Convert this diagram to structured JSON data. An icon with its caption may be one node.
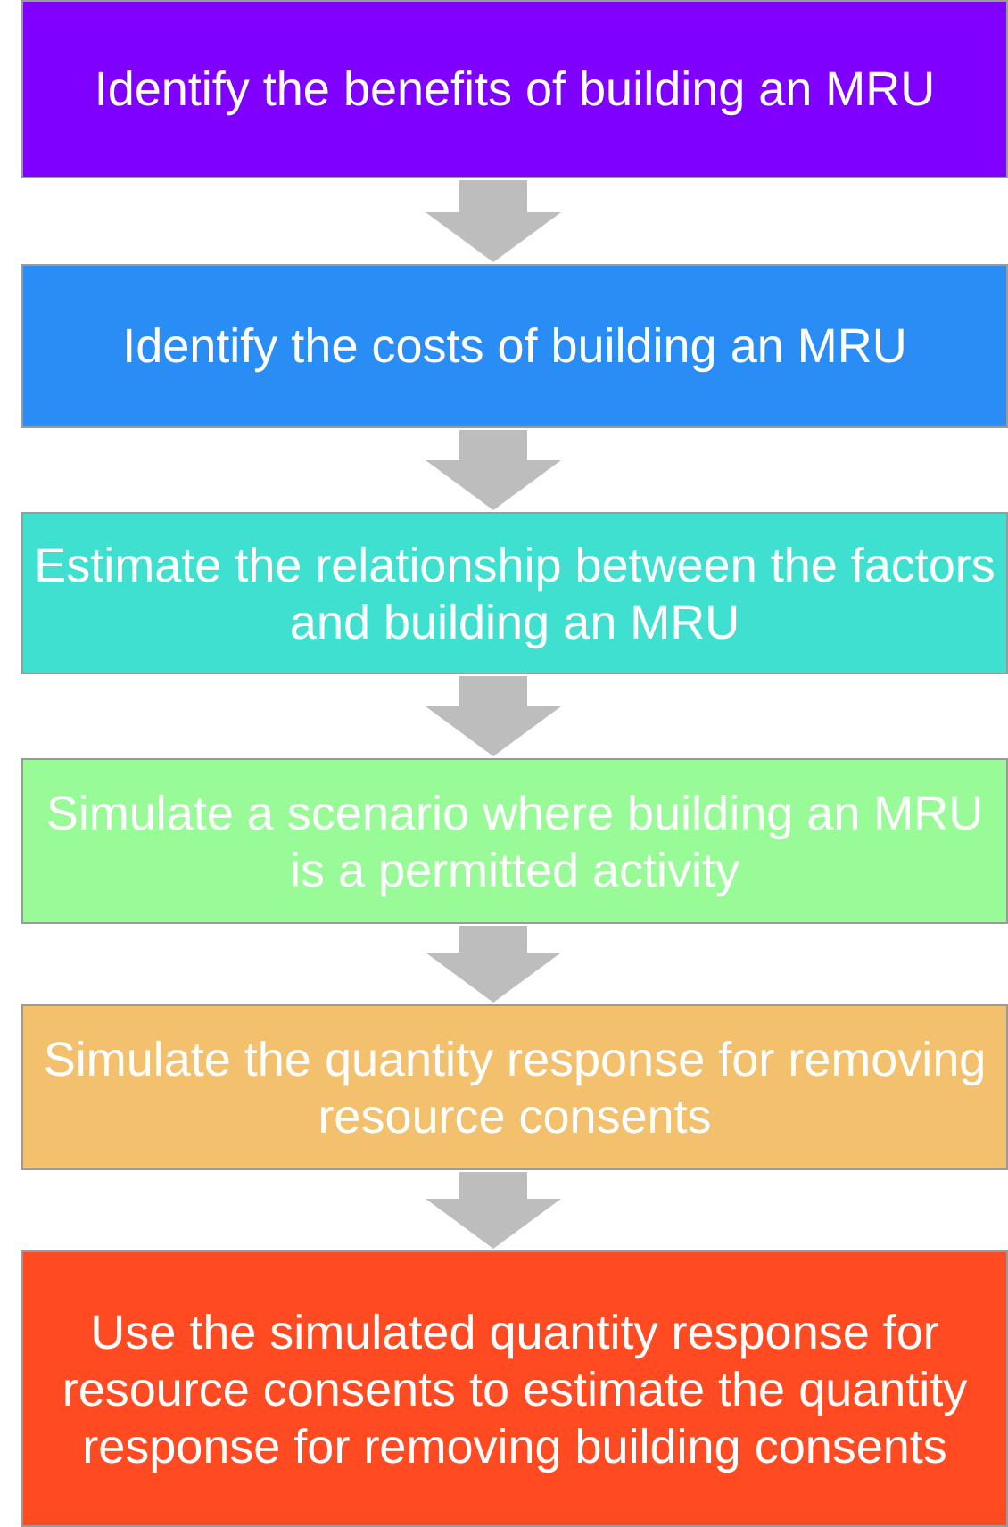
{
  "diagram": {
    "nodes": [
      {
        "text": [
          "Identify the benefits of building an MRU"
        ]
      },
      {
        "text": [
          "Identify the costs of building an MRU"
        ]
      },
      {
        "text": [
          "Estimate the relationship between the factors and building an MRU"
        ]
      },
      {
        "text": [
          "Simulate a scenario where building an MRU is a permitted activity"
        ]
      },
      {
        "text": [
          "Simulate the quantity response for removing resource consents"
        ]
      },
      {
        "text": [
          "Use the simulated quantity response for resource consents to estimate the quantity response for removing building consents"
        ]
      }
    ],
    "edges": [
      {
        "from": 0,
        "to": 1,
        "arrow": "to"
      },
      {
        "from": 1,
        "to": 2,
        "arrow": "to"
      },
      {
        "from": 2,
        "to": 3,
        "arrow": "to"
      },
      {
        "from": 3,
        "to": 4,
        "arrow": "to"
      },
      {
        "from": 4,
        "to": 5,
        "arrow": "to"
      }
    ]
  }
}
